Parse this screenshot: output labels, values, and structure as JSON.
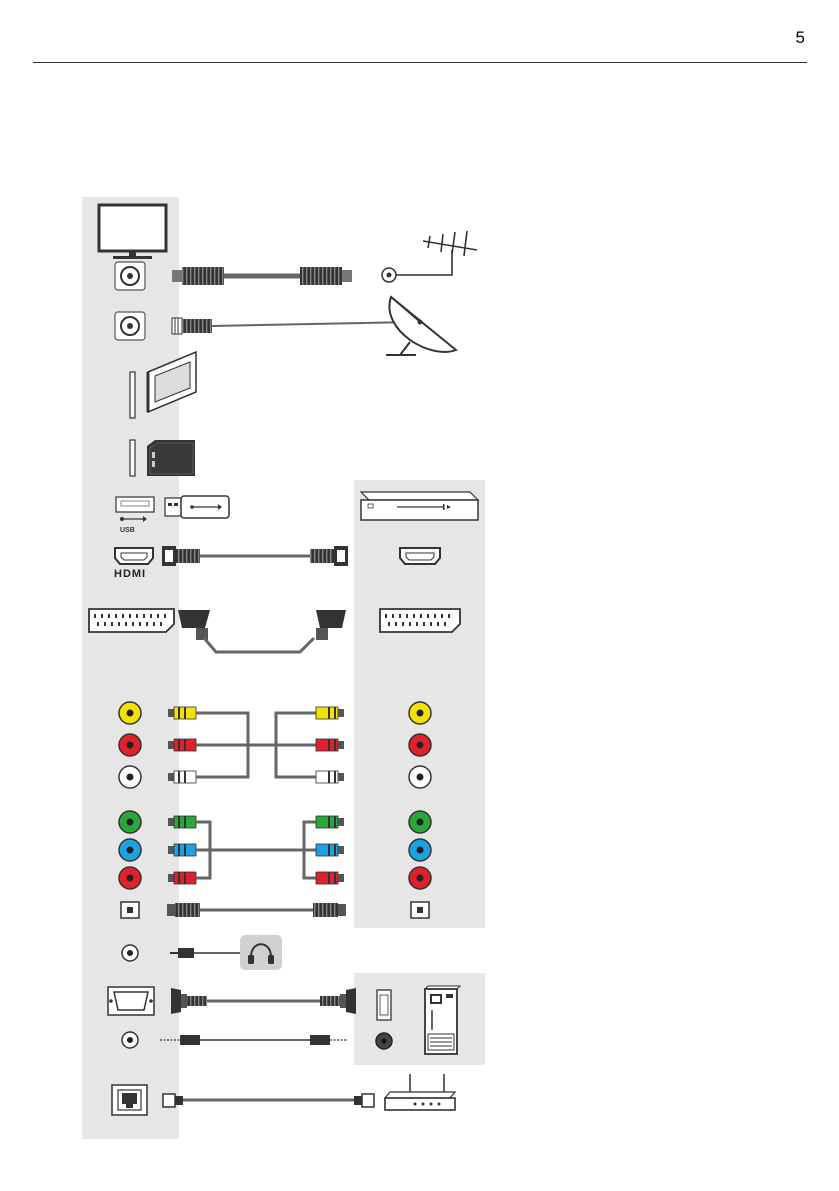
{
  "page": {
    "number": "5"
  },
  "colors": {
    "panel": "#e6e6e6",
    "yellow": "#f2e400",
    "red": "#e0202a",
    "white": "#ffffff",
    "green": "#2aa63a",
    "blue": "#1aa3e0",
    "cable": "#666666",
    "connector": "#333333"
  },
  "labels": {
    "usb_logo": "USB",
    "hdmi_logo": "HDMI"
  },
  "icons": {
    "tv": "tv-icon",
    "antenna": "antenna-icon",
    "satellite": "satellite-dish-icon",
    "ci_card": "ci-module-icon",
    "sd_card": "sd-card-icon",
    "usb_stick": "usb-stick-icon",
    "dvd_player": "dvd-player-icon",
    "headphones": "headphones-icon",
    "pc": "pc-tower-icon",
    "router": "router-icon"
  }
}
